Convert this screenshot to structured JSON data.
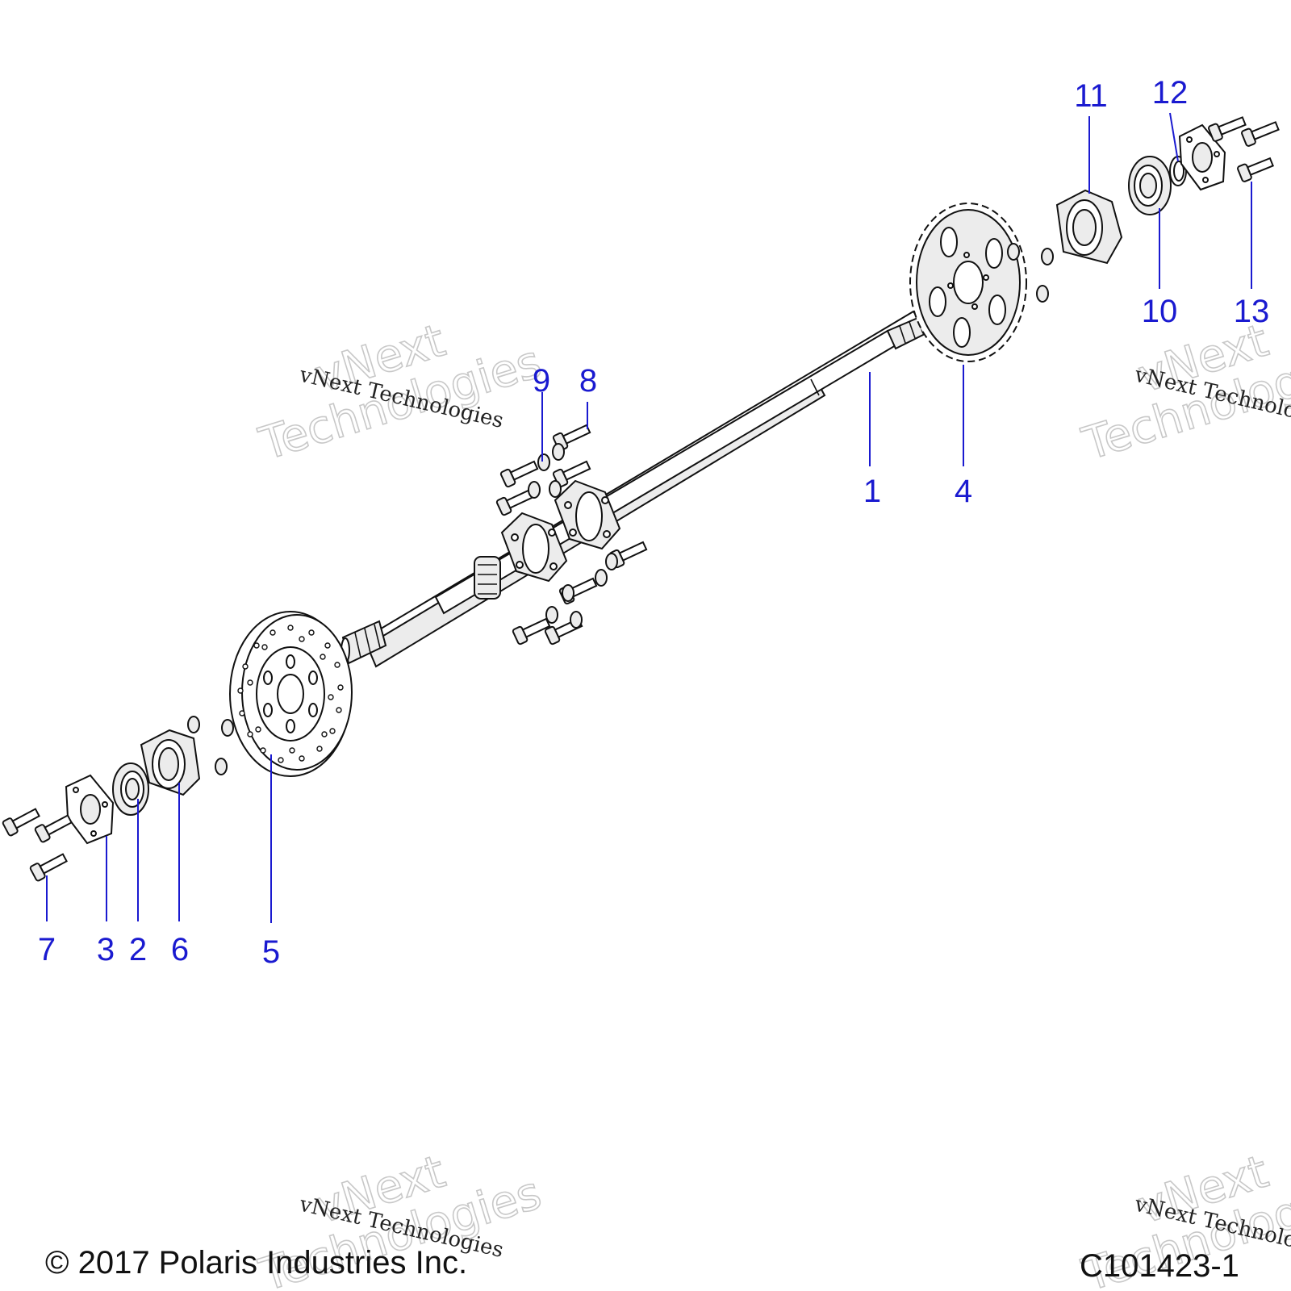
{
  "callouts": [
    "1",
    "2",
    "3",
    "4",
    "5",
    "6",
    "7",
    "8",
    "9",
    "10",
    "11",
    "12",
    "13"
  ],
  "watermark": {
    "line1": "vNext",
    "line2": "Technologies",
    "small": "vNext Technologies"
  },
  "footer": {
    "copyright": "© 2017 Polaris Industries Inc.",
    "figure_id": "C101423-1"
  }
}
